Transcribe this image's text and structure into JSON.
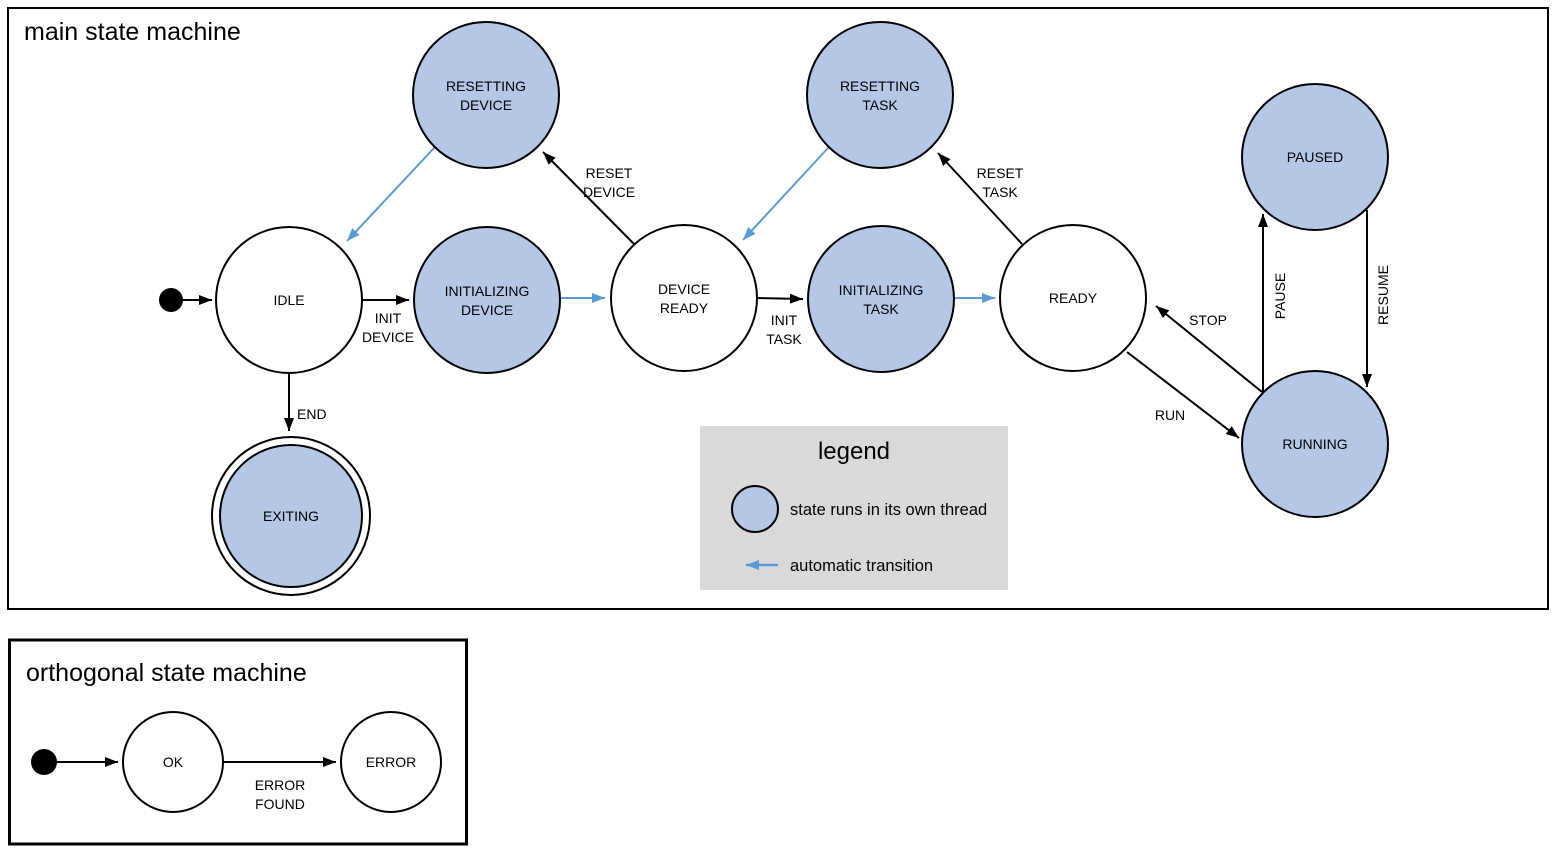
{
  "main": {
    "title": "main state machine",
    "states": {
      "resetting_device": {
        "line1": "RESETTING",
        "line2": "DEVICE"
      },
      "resetting_task": {
        "line1": "RESETTING",
        "line2": "TASK"
      },
      "paused": {
        "line1": "PAUSED"
      },
      "idle": {
        "line1": "IDLE"
      },
      "initializing_device": {
        "line1": "INITIALIZING",
        "line2": "DEVICE"
      },
      "device_ready": {
        "line1": "DEVICE",
        "line2": "READY"
      },
      "initializing_task": {
        "line1": "INITIALIZING",
        "line2": "TASK"
      },
      "ready": {
        "line1": "READY"
      },
      "running": {
        "line1": "RUNNING"
      },
      "exiting": {
        "line1": "EXITING"
      }
    },
    "transitions": {
      "init_device": {
        "line1": "INIT",
        "line2": "DEVICE"
      },
      "reset_device": {
        "line1": "RESET",
        "line2": "DEVICE"
      },
      "init_task": {
        "line1": "INIT",
        "line2": "TASK"
      },
      "reset_task": {
        "line1": "RESET",
        "line2": "TASK"
      },
      "end": "END",
      "run": "RUN",
      "stop": "STOP",
      "pause": "PAUSE",
      "resume": "RESUME"
    }
  },
  "legend": {
    "title": "legend",
    "thread_item": "state runs in its own thread",
    "auto_item": "automatic transition"
  },
  "orthogonal": {
    "title": "orthogonal state machine",
    "states": {
      "ok": "OK",
      "error": "ERROR"
    },
    "transitions": {
      "error_found": {
        "line1": "ERROR",
        "line2": "FOUND"
      }
    }
  },
  "colors": {
    "thread_state_fill": "#b4c7e7",
    "automatic_transition": "#5b9bd5",
    "legend_background": "#d9d9d9",
    "line_color": "#000000"
  }
}
